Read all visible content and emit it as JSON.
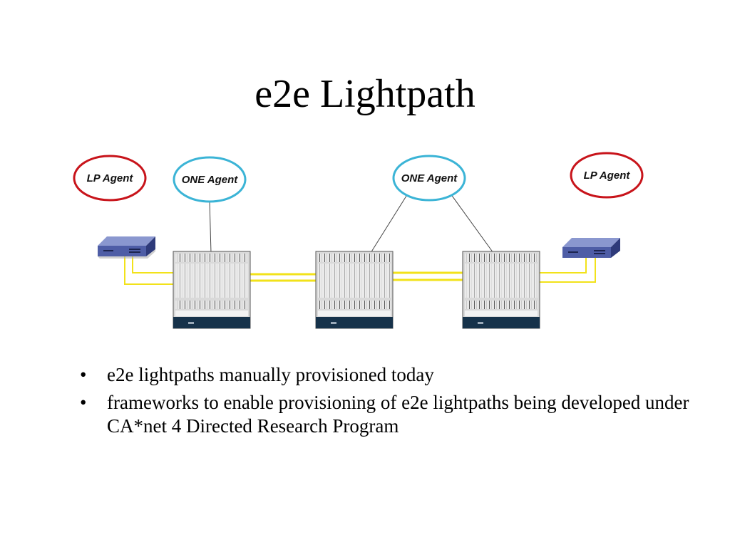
{
  "slide": {
    "title": "e2e Lightpath"
  },
  "diagram": {
    "agents": [
      {
        "label": "LP Agent",
        "kind": "lp",
        "color": "#c8141b"
      },
      {
        "label": "ONE Agent",
        "kind": "one",
        "color": "#3bb4d6"
      },
      {
        "label": "ONE Agent",
        "kind": "one",
        "color": "#3bb4d6"
      },
      {
        "label": "LP Agent",
        "kind": "lp",
        "color": "#c8141b"
      }
    ],
    "colors": {
      "lightpath_line": "#f2e21a",
      "switch_body": "#e6e6e6",
      "switch_base": "#16324a",
      "endpoint": "#4e5da6"
    }
  },
  "bullets": {
    "marker": "•",
    "items": [
      "e2e lightpaths manually provisioned today",
      "frameworks to enable provisioning of e2e lightpaths being developed under CA*net 4 Directed Research Program"
    ]
  }
}
